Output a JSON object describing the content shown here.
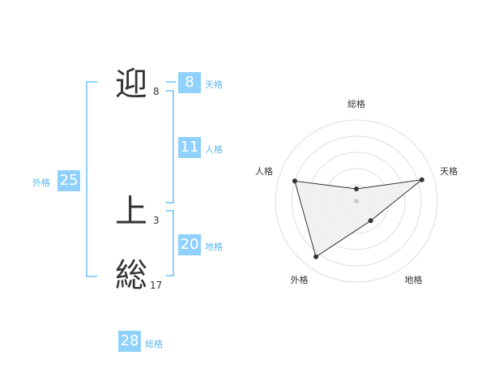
{
  "name": {
    "characters": [
      {
        "char": "迎",
        "strokes": "8"
      },
      {
        "char": "上",
        "strokes": "3"
      },
      {
        "char": "総",
        "strokes": "17"
      }
    ]
  },
  "fortunes": {
    "ten": {
      "label": "天格",
      "value": "8"
    },
    "jin": {
      "label": "人格",
      "value": "11"
    },
    "chi": {
      "label": "地格",
      "value": "20"
    },
    "gai": {
      "label": "外格",
      "value": "25"
    },
    "sou": {
      "label": "総格",
      "value": "28"
    }
  },
  "colors": {
    "accent": "#8fd1fa",
    "accent_text": "#5cb8ee",
    "text": "#333333"
  },
  "chart_data": {
    "type": "radar",
    "axes": [
      "総格",
      "天格",
      "地格",
      "外格",
      "人格"
    ],
    "values": [
      0.15,
      0.85,
      0.3,
      0.85,
      0.8
    ],
    "range": [
      0,
      1
    ],
    "rings": 5
  }
}
